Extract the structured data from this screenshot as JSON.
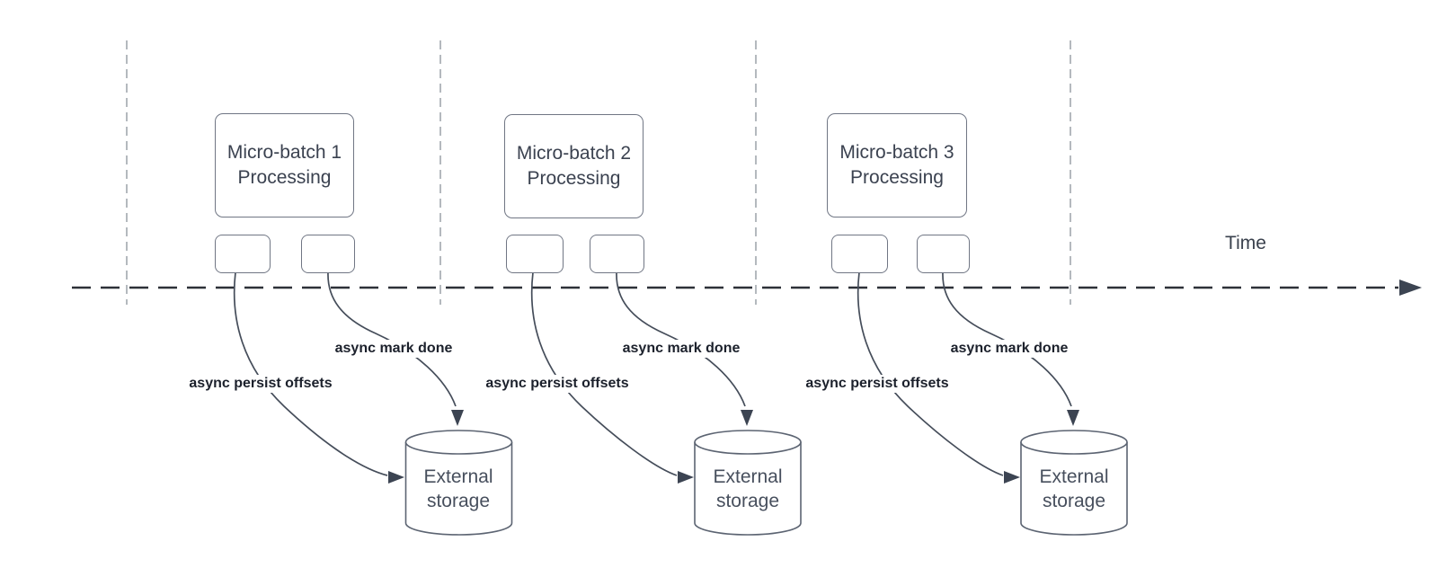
{
  "diagram": {
    "time_label": "Time",
    "sections": [
      {
        "box_line1": "Micro-batch 1",
        "box_line2": "Processing",
        "persist_label": "async persist offsets",
        "done_label": "async mark done",
        "storage_line1": "External",
        "storage_line2": "storage"
      },
      {
        "box_line1": "Micro-batch 2",
        "box_line2": "Processing",
        "persist_label": "async persist offsets",
        "done_label": "async mark done",
        "storage_line1": "External",
        "storage_line2": "storage"
      },
      {
        "box_line1": "Micro-batch 3",
        "box_line2": "Processing",
        "persist_label": "async persist offsets",
        "done_label": "async mark done",
        "storage_line1": "External",
        "storage_line2": "storage"
      }
    ],
    "colors": {
      "background": "#ffffff",
      "box_stroke": "#707684",
      "box_text": "#3b4250",
      "storage_text": "#474f5d",
      "bold_label_text": "#1c212c",
      "timeline": "#2d3138",
      "guide_line": "#b4b9be",
      "curve": "#454d5a",
      "arrowhead": "#3c4452"
    }
  }
}
